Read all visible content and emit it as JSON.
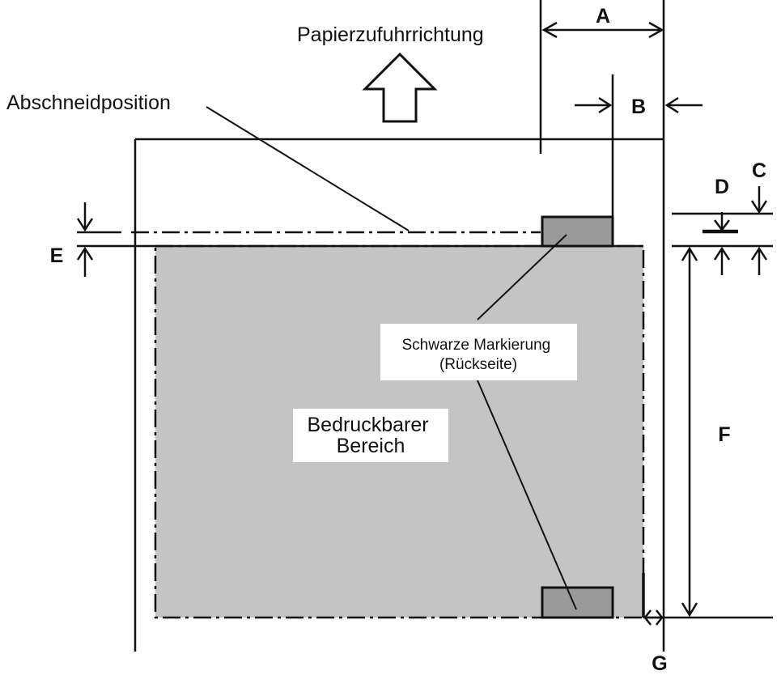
{
  "labels": {
    "paper_feed_direction": "Papierzufuhrrichtung",
    "cut_position": "Abschneidposition",
    "black_mark_line1": "Schwarze Markierung",
    "black_mark_line2": "(Rückseite)",
    "printable_area_line1": "Bedruckbarer",
    "printable_area_line2": "Bereich"
  },
  "dimensions": {
    "a": "A",
    "b": "B",
    "c": "C",
    "d": "D",
    "e": "E",
    "f": "F",
    "g": "G"
  },
  "colors": {
    "printable_area": "#c4c4c4",
    "black_mark": "#9a9a9a",
    "line": "#111111",
    "background": "#ffffff"
  }
}
